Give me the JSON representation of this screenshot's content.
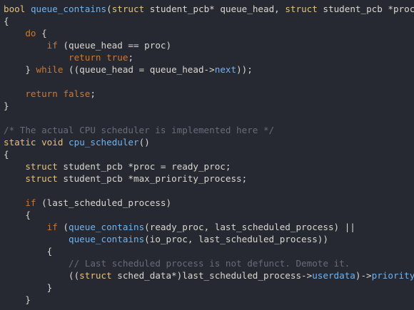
{
  "editor": {
    "lines": [
      [
        {
          "t": "kw",
          "s": "bool"
        },
        {
          "t": "txt",
          "s": " "
        },
        {
          "t": "fn",
          "s": "queue_contains"
        },
        {
          "t": "pun",
          "s": "("
        },
        {
          "t": "kw",
          "s": "struct"
        },
        {
          "t": "txt",
          "s": " student_pcb* queue_head, "
        },
        {
          "t": "kw",
          "s": "struct"
        },
        {
          "t": "txt",
          "s": " student_pcb *proc)"
        }
      ],
      [
        {
          "t": "pun",
          "s": "{"
        }
      ],
      [
        {
          "t": "txt",
          "s": "    "
        },
        {
          "t": "kw2",
          "s": "do"
        },
        {
          "t": "txt",
          "s": " {"
        }
      ],
      [
        {
          "t": "txt",
          "s": "        "
        },
        {
          "t": "kw2",
          "s": "if"
        },
        {
          "t": "txt",
          "s": " (queue_head == proc)"
        }
      ],
      [
        {
          "t": "txt",
          "s": "            "
        },
        {
          "t": "kw2",
          "s": "return"
        },
        {
          "t": "txt",
          "s": " "
        },
        {
          "t": "kw2",
          "s": "true"
        },
        {
          "t": "pun",
          "s": ";"
        }
      ],
      [
        {
          "t": "txt",
          "s": "    } "
        },
        {
          "t": "kw2",
          "s": "while"
        },
        {
          "t": "txt",
          "s": " ((queue_head = queue_head->"
        },
        {
          "t": "fld",
          "s": "next"
        },
        {
          "t": "txt",
          "s": "));"
        }
      ],
      [],
      [
        {
          "t": "txt",
          "s": "    "
        },
        {
          "t": "kw2",
          "s": "return"
        },
        {
          "t": "txt",
          "s": " "
        },
        {
          "t": "kw2",
          "s": "false"
        },
        {
          "t": "pun",
          "s": ";"
        }
      ],
      [
        {
          "t": "pun",
          "s": "}"
        }
      ],
      [],
      [
        {
          "t": "cm",
          "s": "/* The actual CPU scheduler is implemented here */"
        }
      ],
      [
        {
          "t": "kw",
          "s": "static"
        },
        {
          "t": "txt",
          "s": " "
        },
        {
          "t": "kw",
          "s": "void"
        },
        {
          "t": "txt",
          "s": " "
        },
        {
          "t": "fn",
          "s": "cpu_scheduler"
        },
        {
          "t": "pun",
          "s": "()"
        }
      ],
      [
        {
          "t": "pun",
          "s": "{"
        }
      ],
      [
        {
          "t": "txt",
          "s": "    "
        },
        {
          "t": "kw",
          "s": "struct"
        },
        {
          "t": "txt",
          "s": " student_pcb *proc = ready_proc;"
        }
      ],
      [
        {
          "t": "txt",
          "s": "    "
        },
        {
          "t": "kw",
          "s": "struct"
        },
        {
          "t": "txt",
          "s": " student_pcb *max_priority_process;"
        }
      ],
      [],
      [
        {
          "t": "txt",
          "s": "    "
        },
        {
          "t": "kw2",
          "s": "if"
        },
        {
          "t": "txt",
          "s": " (last_scheduled_process)"
        }
      ],
      [
        {
          "t": "txt",
          "s": "    {"
        }
      ],
      [
        {
          "t": "txt",
          "s": "        "
        },
        {
          "t": "kw2",
          "s": "if"
        },
        {
          "t": "txt",
          "s": " ("
        },
        {
          "t": "fn",
          "s": "queue_contains"
        },
        {
          "t": "txt",
          "s": "(ready_proc, last_scheduled_process) ||"
        }
      ],
      [
        {
          "t": "txt",
          "s": "            "
        },
        {
          "t": "fn",
          "s": "queue_contains"
        },
        {
          "t": "txt",
          "s": "(io_proc, last_scheduled_process))"
        }
      ],
      [
        {
          "t": "txt",
          "s": "        {"
        }
      ],
      [
        {
          "t": "txt",
          "s": "            "
        },
        {
          "t": "cm",
          "s": "// Last scheduled process is not defunct. Demote it."
        }
      ],
      [
        {
          "t": "txt",
          "s": "            (("
        },
        {
          "t": "kw",
          "s": "struct"
        },
        {
          "t": "txt",
          "s": " sched_data*)last_scheduled_process->"
        },
        {
          "t": "fld",
          "s": "userdata"
        },
        {
          "t": "txt",
          "s": ")->"
        },
        {
          "t": "fld",
          "s": "priority"
        },
        {
          "t": "txt",
          "s": "++;"
        }
      ],
      [
        {
          "t": "txt",
          "s": "        }"
        }
      ],
      [
        {
          "t": "txt",
          "s": "    }"
        }
      ],
      [
        {
          "t": "txt",
          "s": "    "
        }
      ]
    ]
  }
}
